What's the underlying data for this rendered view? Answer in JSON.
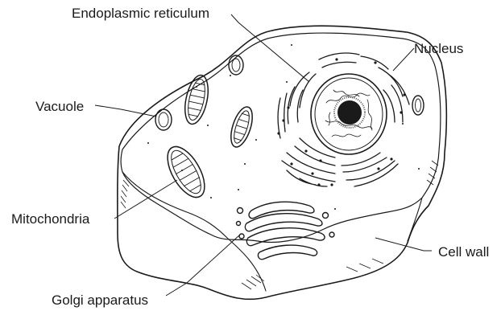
{
  "diagram": {
    "labels": {
      "endoplasmic_reticulum": "Endoplasmic reticulum",
      "nucleus": "Nucleus",
      "vacuole": "Vacuole",
      "mitochondria": "Mitochondria",
      "cell_wall": "Cell wall",
      "golgi_apparatus": "Golgi apparatus"
    }
  }
}
